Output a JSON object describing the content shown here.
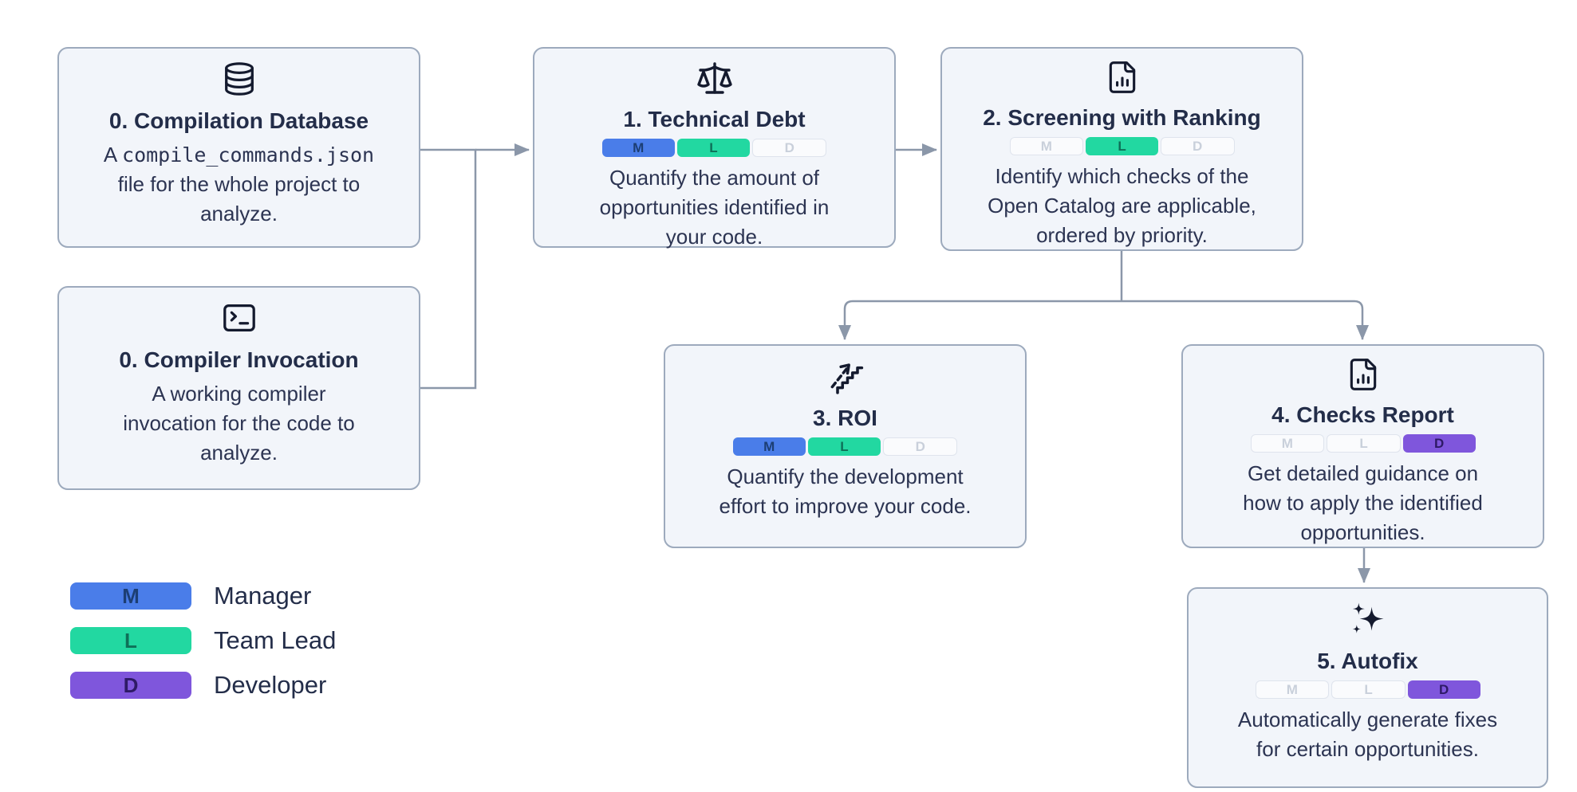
{
  "colors": {
    "manager_blue": "#4a7de9",
    "team_lead_green": "#22d8a1",
    "developer_purple": "#7f56dc",
    "manager_text": "#1c3e74",
    "team_lead_text": "#0e7058",
    "developer_text": "#2e1a66",
    "node_background": "#f2f5fa",
    "node_border": "#9daabd",
    "connector_gray": "#8b97a9",
    "title_text": "#232d49",
    "body_text": "#2c3452",
    "inactive_badge_text": "#c9d0db"
  },
  "nodes": [
    {
      "id": "compilation-database",
      "icon": "database-icon",
      "title": "0. Compilation Database",
      "desc_pre": "A ",
      "desc_code": "compile_commands.json",
      "desc_rest": "\nfile for the whole project to\nanalyze."
    },
    {
      "id": "compiler-invocation",
      "icon": "terminal-icon",
      "title": "0. Compiler Invocation",
      "desc_lines": [
        "A working compiler",
        "invocation for the code to",
        "analyze."
      ]
    },
    {
      "id": "technical-debt",
      "icon": "scale-icon",
      "title": "1. Technical Debt",
      "desc_lines": [
        "Quantify the amount of",
        "opportunities identified in",
        "your code."
      ],
      "badges": [
        {
          "letter": "M",
          "active": true,
          "color": "#4a7de9",
          "text_color": "#1c3e74"
        },
        {
          "letter": "L",
          "active": true,
          "color": "#22d8a1",
          "text_color": "#0e7058"
        },
        {
          "letter": "D",
          "active": false
        }
      ]
    },
    {
      "id": "screening-with-ranking",
      "icon": "file-chart-icon",
      "title": "2. Screening with Ranking",
      "desc_lines": [
        "Identify which checks of the",
        "Open Catalog are applicable,",
        "ordered by priority."
      ],
      "badges": [
        {
          "letter": "M",
          "active": false
        },
        {
          "letter": "L",
          "active": true,
          "color": "#22d8a1",
          "text_color": "#0e7058"
        },
        {
          "letter": "D",
          "active": false
        }
      ]
    },
    {
      "id": "roi",
      "icon": "stairs-growth-icon",
      "title": "3. ROI",
      "desc_lines": [
        "Quantify the development",
        "effort to improve your code."
      ],
      "badges": [
        {
          "letter": "M",
          "active": true,
          "color": "#4a7de9",
          "text_color": "#1c3e74"
        },
        {
          "letter": "L",
          "active": true,
          "color": "#22d8a1",
          "text_color": "#0e7058"
        },
        {
          "letter": "D",
          "active": false
        }
      ]
    },
    {
      "id": "checks-report",
      "icon": "file-chart-icon",
      "title": "4. Checks Report",
      "desc_lines": [
        "Get detailed guidance on",
        "how to apply the identified",
        "opportunities."
      ],
      "badges": [
        {
          "letter": "M",
          "active": false
        },
        {
          "letter": "L",
          "active": false
        },
        {
          "letter": "D",
          "active": true,
          "color": "#7f56dc",
          "text_color": "#2e1a66"
        }
      ]
    },
    {
      "id": "autofix",
      "icon": "sparkles-icon",
      "title": "5. Autofix",
      "desc_lines": [
        "Automatically generate fixes",
        "for certain opportunities."
      ],
      "badges": [
        {
          "letter": "M",
          "active": false
        },
        {
          "letter": "L",
          "active": false
        },
        {
          "letter": "D",
          "active": true,
          "color": "#7f56dc",
          "text_color": "#2e1a66"
        }
      ]
    }
  ],
  "legend": {
    "items": [
      {
        "letter": "M",
        "label": "Manager",
        "color": "#4a7de9",
        "text_color": "#1c3e74"
      },
      {
        "letter": "L",
        "label": "Team Lead",
        "color": "#22d8a1",
        "text_color": "#0e7058"
      },
      {
        "letter": "D",
        "label": "Developer",
        "color": "#7f56dc",
        "text_color": "#2e1a66"
      }
    ]
  }
}
